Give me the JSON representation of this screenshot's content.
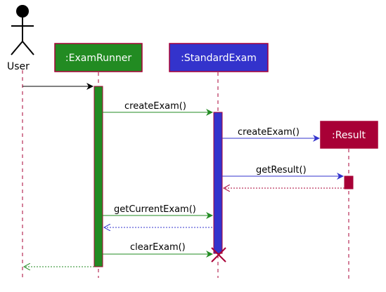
{
  "diagram": {
    "actor": {
      "label": "User"
    },
    "participants": [
      {
        "id": "runner",
        "label": ":ExamRunner",
        "fill": "#228B22",
        "text_color": "#ffffff"
      },
      {
        "id": "exam",
        "label": ":StandardExam",
        "fill": "#3333CC",
        "text_color": "#ffffff"
      },
      {
        "id": "result",
        "label": ":Result",
        "fill": "#A80036",
        "text_color": "#ffffff"
      }
    ],
    "messages": [
      {
        "label": "",
        "from": "user",
        "to": "runner",
        "style": "solid",
        "color": "#000000"
      },
      {
        "label": "createExam()",
        "from": "runner",
        "to": "exam",
        "style": "solid",
        "color": "#228B22"
      },
      {
        "label": "createExam()",
        "from": "exam",
        "to": "result",
        "style": "solid",
        "color": "#3333CC"
      },
      {
        "label": "getResult()",
        "from": "exam",
        "to": "result",
        "style": "solid",
        "color": "#3333CC"
      },
      {
        "label": "",
        "from": "result",
        "to": "exam",
        "style": "dashed",
        "color": "#A80036"
      },
      {
        "label": "getCurrentExam()",
        "from": "runner",
        "to": "exam",
        "style": "solid",
        "color": "#228B22"
      },
      {
        "label": "",
        "from": "exam",
        "to": "runner",
        "style": "dashed",
        "color": "#3333CC"
      },
      {
        "label": "clearExam()",
        "from": "runner",
        "to": "exam",
        "style": "solid",
        "color": "#228B22"
      },
      {
        "label": "",
        "from": "runner",
        "to": "user",
        "style": "dashed",
        "color": "#228B22"
      }
    ],
    "lifeline_color": "#A80036",
    "destroy_color": "#A80036"
  }
}
